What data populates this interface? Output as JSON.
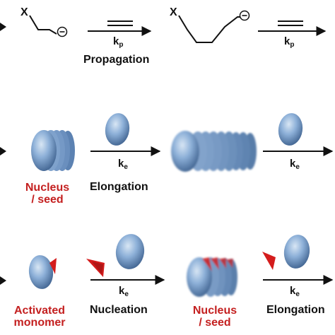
{
  "row1": {
    "x_label_left": "X",
    "x_label_right": "X",
    "charge_symbol": "⊖",
    "kp_main": "k",
    "kp_sub": "p",
    "propagation_label": "Propagation"
  },
  "row2": {
    "ke_main": "k",
    "ke_sub": "e",
    "nucleus_line1": "Nucleus",
    "nucleus_line2": "/ seed",
    "elongation_label": "Elongation"
  },
  "row3": {
    "ke_main": "k",
    "ke_sub": "e",
    "activated_line1": "Activated",
    "activated_line2": "monomer",
    "nucleation_label": "Nucleation",
    "nucleus_line1": "Nucleus",
    "nucleus_line2": "/ seed",
    "elongation_label": "Elongation"
  },
  "colors": {
    "disc": "#6f96c4",
    "disc_light": "#bcd3ea",
    "disc_dark": "#3f628f",
    "red_label": "#c42020",
    "activation_red": "#d41c1c"
  }
}
